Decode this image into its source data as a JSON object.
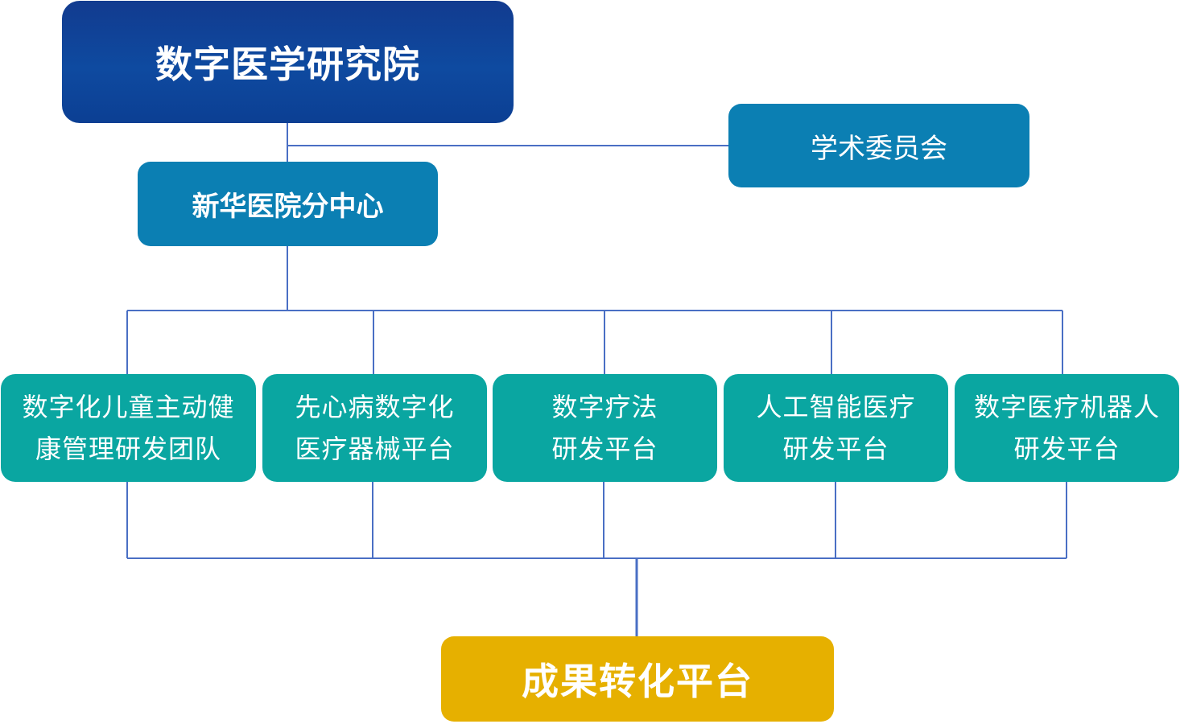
{
  "diagram": {
    "root": "数字医学研究院",
    "committee": "学术委员会",
    "subcenter": "新华医院分中心",
    "teams": [
      {
        "line1": "数字化儿童主动健",
        "line2": "康管理研发团队"
      },
      {
        "line1": "先心病数字化",
        "line2": "医疗器械平台"
      },
      {
        "line1": "数字疗法",
        "line2": "研发平台"
      },
      {
        "line1": "人工智能医疗",
        "line2": "研发平台"
      },
      {
        "line1": "数字医疗机器人",
        "line2": "研发平台"
      }
    ],
    "outcome": "成果转化平台"
  },
  "colors": {
    "root": "#0e4aa0",
    "branch": "#0b7fb3",
    "team": "#0aa6a1",
    "outcome": "#e6b000",
    "connector": "#4a6fc4"
  }
}
